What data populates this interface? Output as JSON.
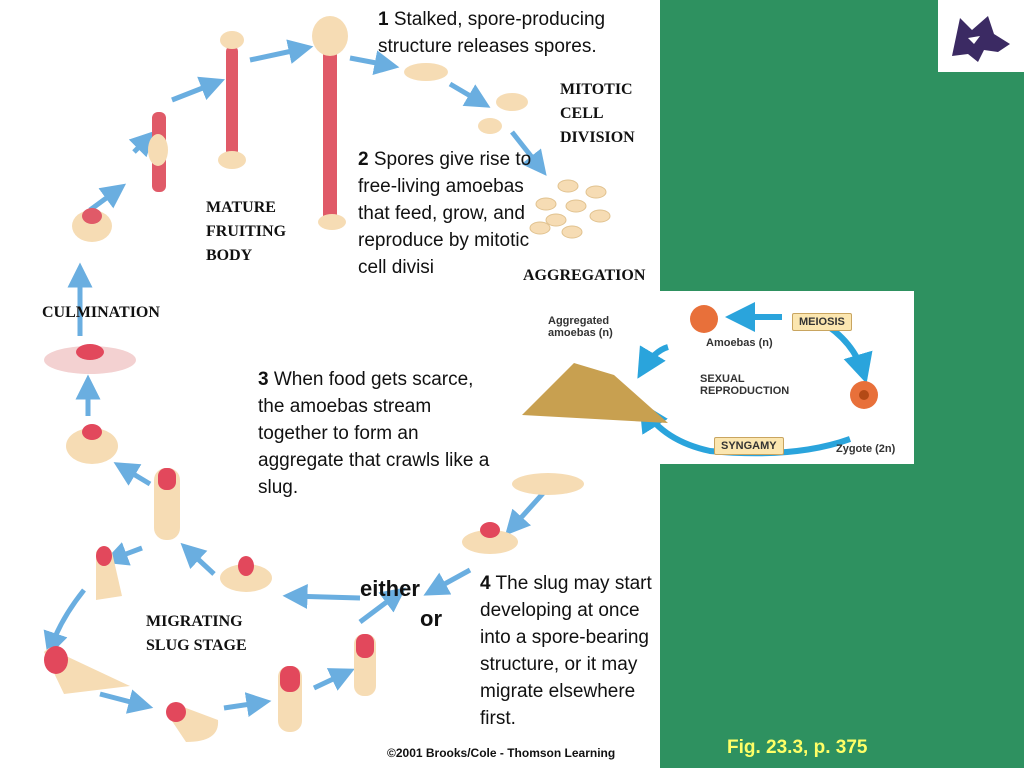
{
  "steps": [
    {
      "num": "1",
      "text": "Stalked, spore-producing structure releases spores."
    },
    {
      "num": "2",
      "text": "Spores give rise to free-living amoebas that feed, grow, and reproduce by mitotic cell divisi"
    },
    {
      "num": "3",
      "text": "When food gets scarce, the amoebas stream together to form an aggregate that crawls like a slug."
    },
    {
      "num": "4",
      "text": "The slug may start developing at once into a spore-bearing structure, or it may migrate elsewhere first."
    }
  ],
  "stage_labels": {
    "mitotic": "MITOTIC\nCELL\nDIVISION",
    "mature": "MATURE\nFRUITING\nBODY",
    "aggregation": "AGGREGATION",
    "culmination": "CULMINATION",
    "migrating": "MIGRATING\nSLUG STAGE"
  },
  "branch": {
    "either": "either",
    "or": "or"
  },
  "inset": {
    "aggregated": "Aggregated\namoebas (n)",
    "meiosis": "MEIOSIS",
    "amoebas": "Amoebas (n)",
    "sexual": "SEXUAL\nREPRODUCTION",
    "syngamy": "SYNGAMY",
    "zygote": "Zygote (2n)"
  },
  "figure_ref": "Fig. 23.3, p. 375",
  "credit": "©2001 Brooks/Cole - Thomson Learning",
  "logo": {
    "icon": "husky-logo-icon"
  },
  "colors": {
    "green_panel": "#2e9160",
    "arrow": "#6aaee0",
    "figure_ref": "#ffff66",
    "cell": "#f6dcb4",
    "pink": "#e2485c"
  }
}
